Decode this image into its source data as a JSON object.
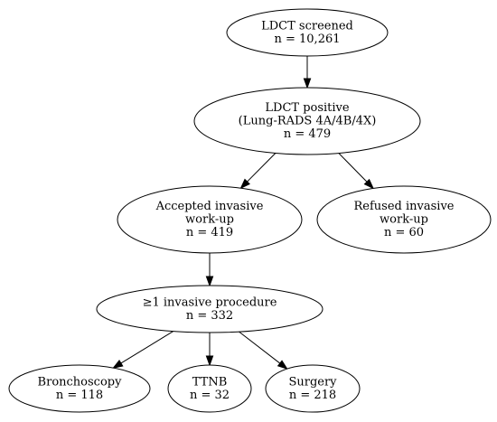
{
  "nodes": [
    {
      "id": "screened",
      "lines": [
        "LDCT screened",
        "n = 10,261"
      ]
    },
    {
      "id": "positive",
      "lines": [
        "LDCT positive",
        "(Lung-RADS 4A/4B/4X)",
        "n = 479"
      ]
    },
    {
      "id": "accepted",
      "lines": [
        "Accepted invasive",
        "work-up",
        "n = 419"
      ]
    },
    {
      "id": "refused",
      "lines": [
        "Refused invasive",
        "work-up",
        "n = 60"
      ]
    },
    {
      "id": "procedure",
      "lines": [
        "≥1 invasive procedure",
        "n = 332"
      ]
    },
    {
      "id": "bronchoscopy",
      "lines": [
        "Bronchoscopy",
        "n = 118"
      ]
    },
    {
      "id": "ttnb",
      "lines": [
        "TTNB",
        "n = 32"
      ]
    },
    {
      "id": "surgery",
      "lines": [
        "Surgery",
        "n = 218"
      ]
    }
  ],
  "edges": [
    {
      "from": "screened",
      "to": "positive"
    },
    {
      "from": "positive",
      "to": "accepted"
    },
    {
      "from": "positive",
      "to": "refused"
    },
    {
      "from": "accepted",
      "to": "procedure"
    },
    {
      "from": "procedure",
      "to": "bronchoscopy"
    },
    {
      "from": "procedure",
      "to": "ttnb"
    },
    {
      "from": "procedure",
      "to": "surgery"
    }
  ],
  "colors": {
    "stroke": "#000000",
    "fill": "#ffffff",
    "text": "#000000"
  }
}
